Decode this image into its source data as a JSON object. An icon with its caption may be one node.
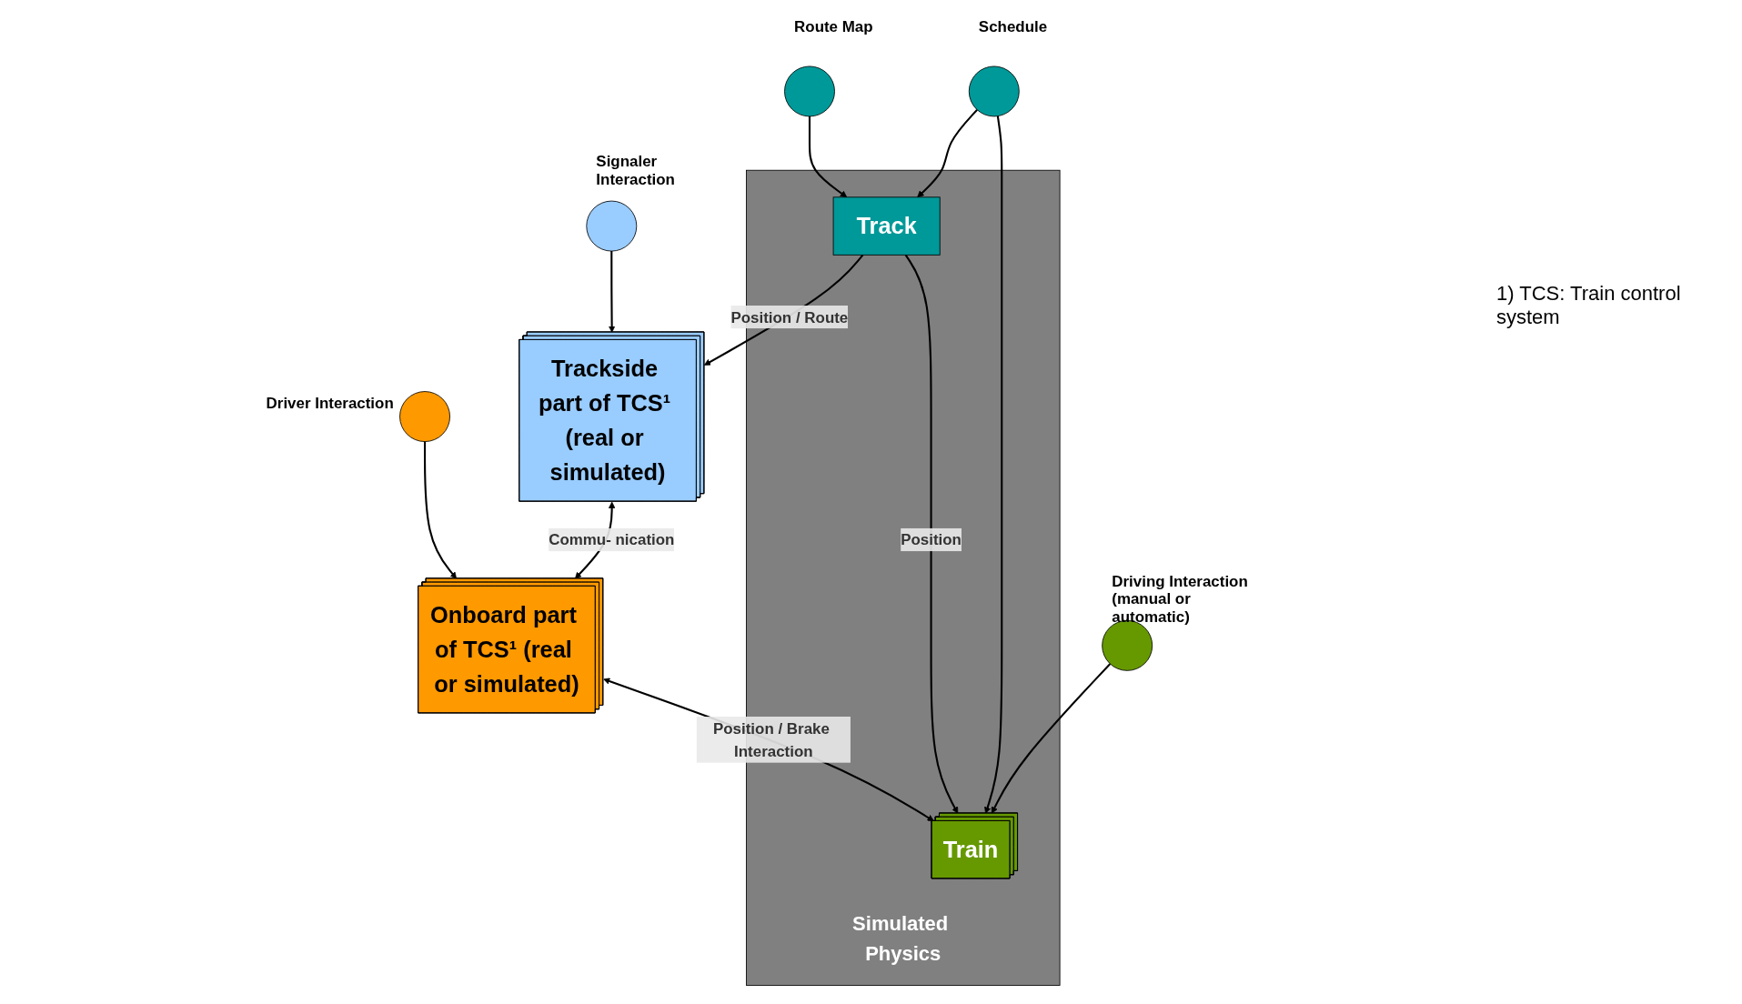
{
  "diagram": {
    "nodes": [
      {
        "text": [],
        "shape": "circle",
        "beside": [
          "Signaler Interaction"
        ]
      },
      {
        "text": [
          "Trackside part of TCS¹ (real or simulated)"
        ]
      },
      {
        "text": [],
        "shape": "circle",
        "beside": [
          "Driver Interaction"
        ]
      },
      {
        "text": [
          "Onboard part of TCS¹ (real or simulated)"
        ]
      },
      {
        "text": [
          "Simulated Physics"
        ]
      },
      {
        "text": [
          "Track"
        ],
        "in": 4
      },
      {
        "text": [
          "Train"
        ],
        "in": 4
      },
      {
        "text": [],
        "shape": "circle",
        "beside": [
          "Route Map"
        ]
      },
      {
        "text": [],
        "shape": "circle",
        "beside": [
          "Schedule"
        ]
      },
      {
        "text": [],
        "shape": "circle",
        "beside": [
          "Driving Interaction (manual or automatic)"
        ]
      }
    ],
    "edges": [
      {
        "from": 0,
        "to": 1,
        "arrow": "to"
      },
      {
        "from": 2,
        "to": 3,
        "arrow": "to"
      },
      {
        "from": 1,
        "to": 3,
        "arrow": "both",
        "label": "Commu- nication"
      },
      {
        "from": 5,
        "to": 1,
        "arrow": "to",
        "label": "Position / Route"
      },
      {
        "from": 3,
        "to": 6,
        "arrow": "both",
        "label": "Position / Brake Interaction"
      },
      {
        "from": 5,
        "to": 6,
        "arrow": "to",
        "label": "Position"
      },
      {
        "from": 7,
        "to": 5,
        "arrow": "to"
      },
      {
        "from": 8,
        "to": 5,
        "arrow": "to"
      },
      {
        "from": 8,
        "to": 6,
        "arrow": "to"
      },
      {
        "from": 9,
        "to": 6,
        "arrow": "to"
      }
    ],
    "labels": [
      "1) TCS: Train control system"
    ]
  }
}
